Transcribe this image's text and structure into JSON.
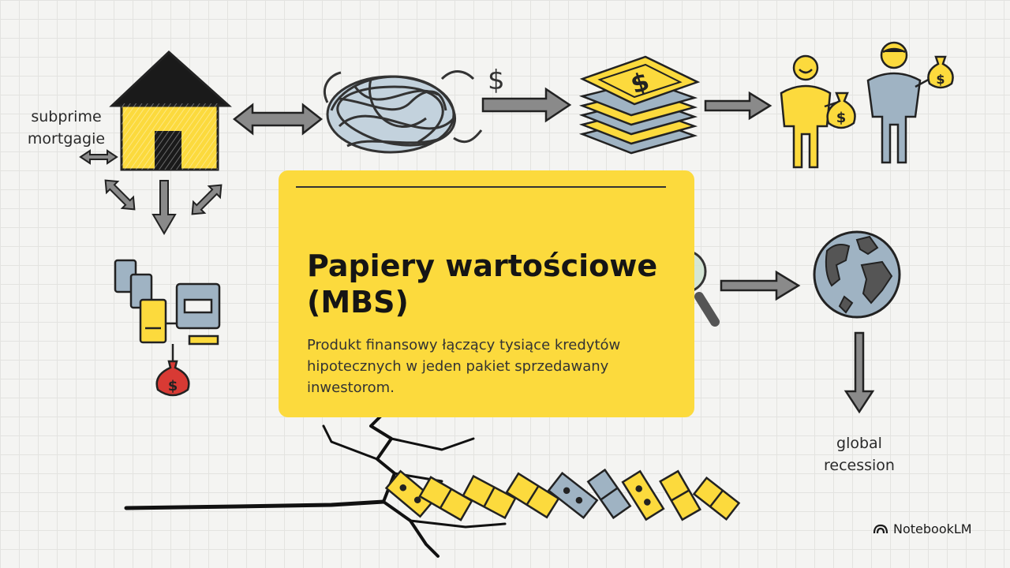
{
  "labels": {
    "mortgage": "subprime\nmortgagie",
    "recession": "global\nrecession",
    "dollar_sign": "$",
    "bag_symbol": "$"
  },
  "card": {
    "title": "Papiery wartościowe (MBS)",
    "description": "Produkt finansowy łączący tysiące kredytów hipotecznych w jeden pakiet sprzedawany inwestorom."
  },
  "brand": {
    "name": "NotebookLM",
    "icon": "notebooklm-logo-icon"
  },
  "colors": {
    "yellow": "#fcda3d",
    "steel": "#9fb3c3",
    "outline": "#222222",
    "arrow": "#8a8a8a",
    "red": "#d83a34",
    "roof": "#1a1a1a"
  }
}
